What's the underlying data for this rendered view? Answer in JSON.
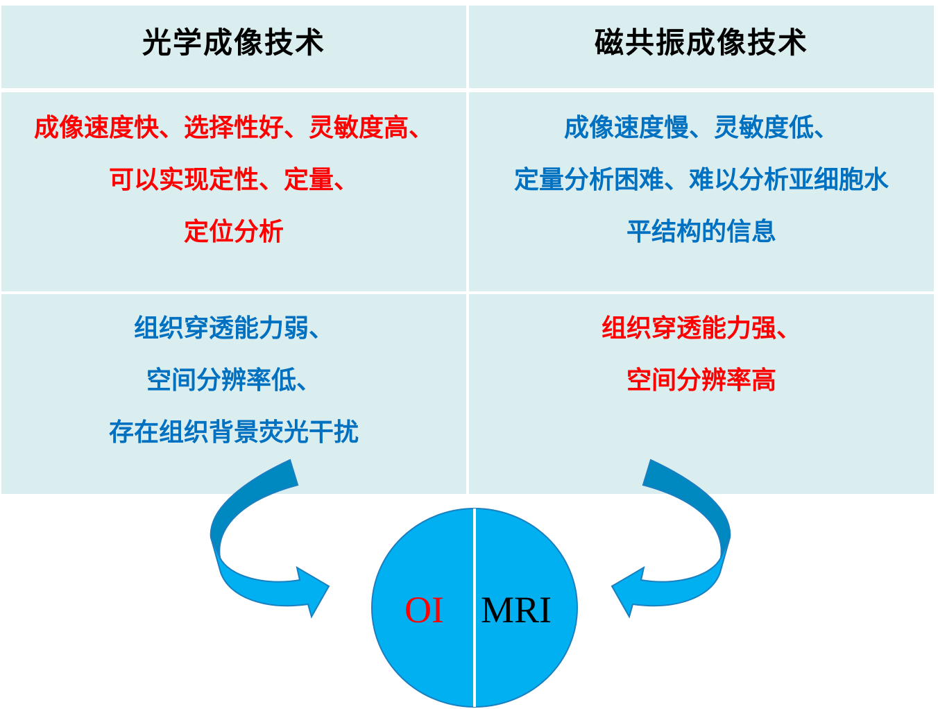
{
  "headers": {
    "left": "光学成像技术",
    "right": "磁共振成像技术"
  },
  "row1": {
    "left": [
      "成像速度快、选择性好、灵敏度高、",
      "可以实现定性、定量、",
      "定位分析"
    ],
    "right": [
      "成像速度慢、灵敏度低、",
      "定量分析困难、难以分析亚细胞水",
      "平结构的信息"
    ]
  },
  "row2": {
    "left": [
      "组织穿透能力弱、",
      "空间分辨率低、",
      "存在组织背景荧光干扰"
    ],
    "right": [
      "组织穿透能力强、",
      "空间分辨率高"
    ]
  },
  "circle": {
    "left_label": "OI",
    "right_label": "MRI"
  },
  "colors": {
    "cell_bg": "#daedef",
    "positive": "#ff0000",
    "negative": "#0070c0",
    "circle": "#00b0f0",
    "arrow_dark": "#0088c0"
  }
}
